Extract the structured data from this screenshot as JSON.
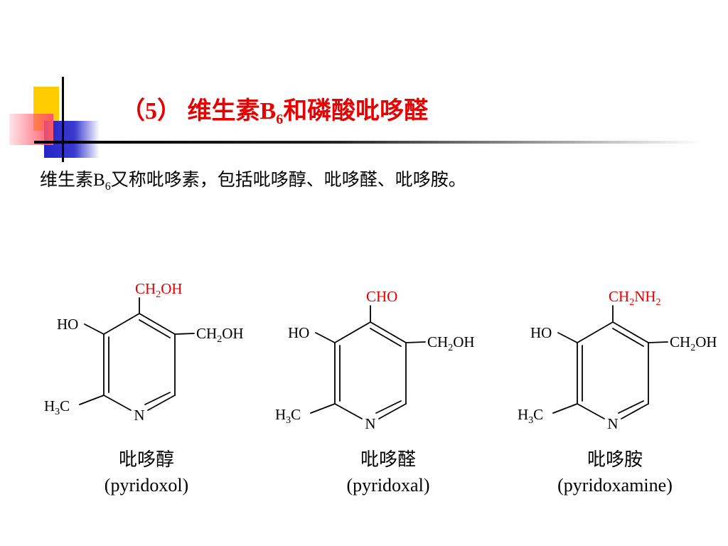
{
  "title": {
    "prefix": "（5）  维生素B",
    "subscript": "6",
    "suffix": "和磷酸吡哆醛"
  },
  "intro": {
    "prefix": "维生素B",
    "subscript": "6",
    "suffix": "又称吡哆素，包括吡哆醇、吡哆醛、吡哆胺。"
  },
  "molecules": [
    {
      "name_cn": "吡哆醇",
      "name_en": "(pyridoxol)",
      "top_group": [
        "CH",
        "2",
        "OH",
        ""
      ],
      "ho": "HO",
      "right_group": [
        "CH",
        "2",
        "OH"
      ],
      "methyl": [
        "H",
        "3",
        "C"
      ],
      "n": "N"
    },
    {
      "name_cn": "吡哆醛",
      "name_en": "(pyridoxal)",
      "top_group": [
        "CHO",
        "",
        "",
        ""
      ],
      "ho": "HO",
      "right_group": [
        "CH",
        "2",
        "OH"
      ],
      "methyl": [
        "H",
        "3",
        "C"
      ],
      "n": "N"
    },
    {
      "name_cn": "吡哆胺",
      "name_en": "(pyridoxamine)",
      "top_group": [
        "CH",
        "2",
        "NH",
        "2"
      ],
      "ho": "HO",
      "right_group": [
        "CH",
        "2",
        "OH"
      ],
      "methyl": [
        "H",
        "3",
        "C"
      ],
      "n": "N"
    }
  ],
  "colors": {
    "title": "#e60000",
    "highlight_group": "#e60000",
    "text": "#000000"
  }
}
